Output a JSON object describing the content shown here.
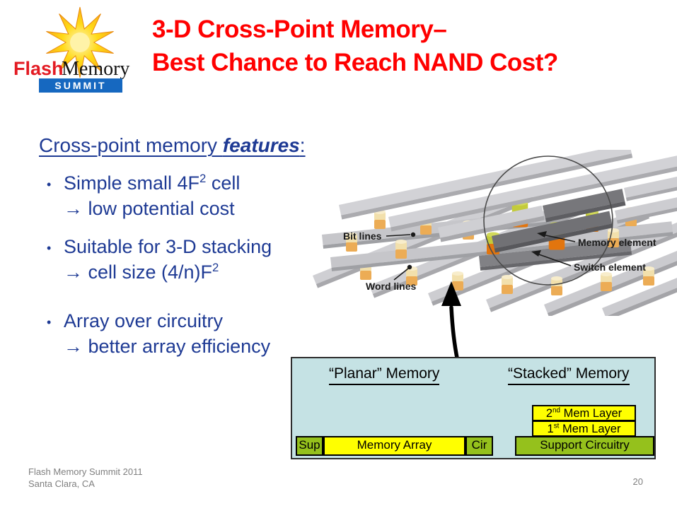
{
  "logo": {
    "flash": "Flash",
    "memory": "Memory",
    "summit": "SUMMIT"
  },
  "title": {
    "line1": "3-D Cross-Point Memory–",
    "line2": "Best Chance to Reach NAND Cost?",
    "color": "#FF0000"
  },
  "features": {
    "heading_normal": "Cross-point memory ",
    "heading_emphasis": "features",
    "heading_colon": ":",
    "bullet_glyph": "•",
    "arrow_glyph": "→",
    "text_color": "#1E3A94",
    "b1_line1_pre": "Simple small 4F",
    "b1_sup": "2",
    "b1_line1_post": " cell",
    "b1_line2": " low potential cost",
    "b2_line1": "Suitable for 3-D stacking",
    "b2_line2_pre": " cell size (4/n)F",
    "b2_sup": "2",
    "b3_line1": "Array over circuitry",
    "b3_line2": " better array efficiency"
  },
  "illustration": {
    "bit_lines_label": "Bit lines",
    "word_lines_label": "Word lines",
    "memory_element_label": "Memory element",
    "switch_element_label": "Switch element"
  },
  "diagram": {
    "planar_heading": "“Planar” Memory",
    "stacked_heading": "“Stacked” Memory",
    "sup_label": "Sup",
    "memory_array_label": "Memory Array",
    "cir_label": "Cir",
    "mem2_num": "2",
    "mem2_sup": "nd",
    "mem2_rest": " Mem Layer",
    "mem1_num": "1",
    "mem1_sup": "st",
    "mem1_rest": " Mem Layer",
    "support_label": "Support Circuitry",
    "colors": {
      "panel_bg": "#C5E2E4",
      "yellow": "#FFFF00",
      "green": "#95C11C"
    }
  },
  "footer": {
    "line1": "Flash Memory Summit 2011",
    "line2": "Santa Clara, CA",
    "page_number": "20"
  }
}
